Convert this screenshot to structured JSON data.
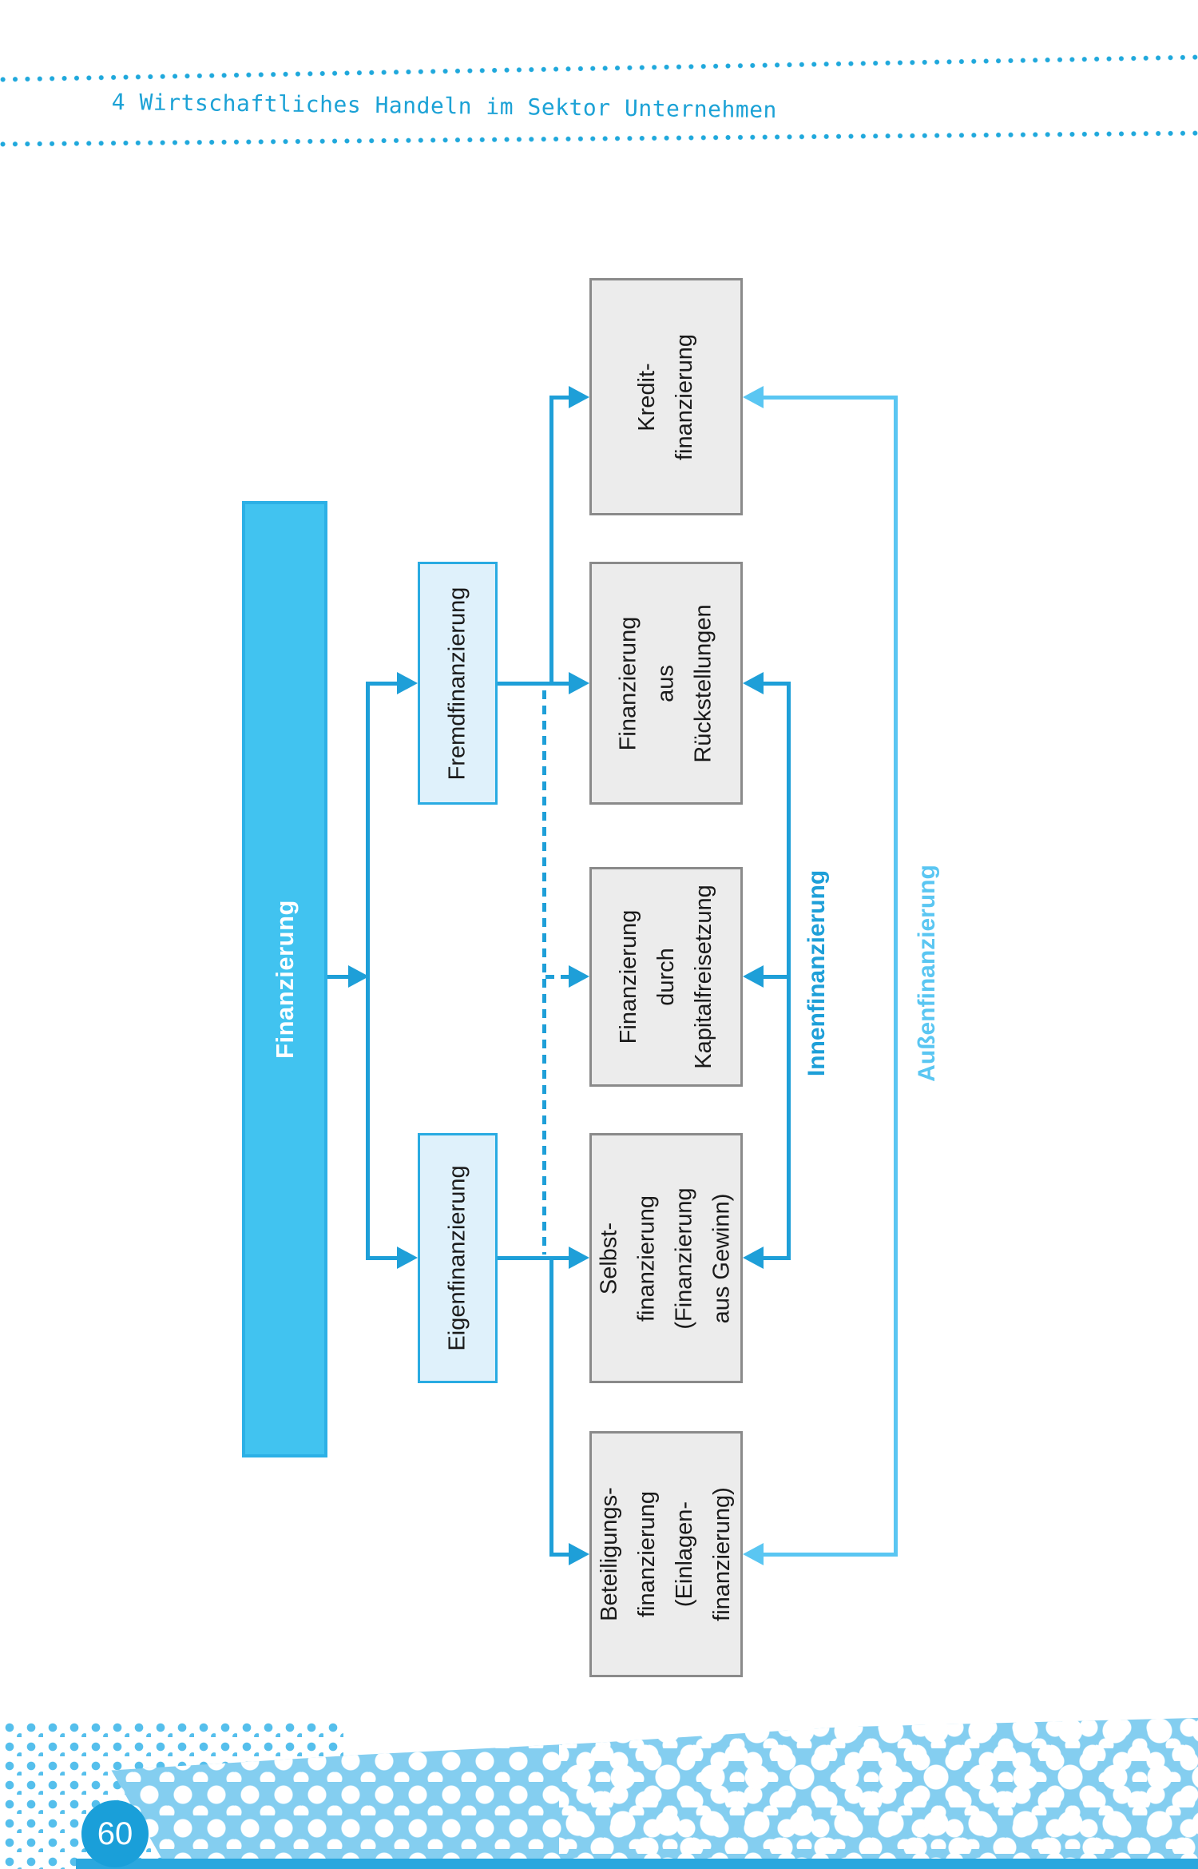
{
  "header": {
    "chapter_title": "4 Wirtschaftliches Handeln im Sektor Unternehmen"
  },
  "diagram": {
    "root": {
      "label": "Finanzierung"
    },
    "level1": [
      {
        "id": "fremd",
        "label": "Fremdfinanzierung"
      },
      {
        "id": "eigen",
        "label": "Eigenfinanzierung"
      }
    ],
    "leaves": [
      {
        "id": "kredit",
        "label": "Kredit-\nfinanzierung"
      },
      {
        "id": "rueckstellungen",
        "label": "Finanzierung\naus\nRückstellungen"
      },
      {
        "id": "kapitalfreisetzung",
        "label": "Finanzierung\ndurch\nKapitalfreisetzung"
      },
      {
        "id": "selbst",
        "label": "Selbst-\nfinanzierung\n(Finanzierung\naus Gewinn)"
      },
      {
        "id": "beteiligung",
        "label": "Beteiligungs-\nfinanzierung\n(Einlagen-\nfinanzierung)"
      }
    ],
    "side_labels": [
      {
        "id": "innenfinanzierung",
        "label": "Innenfinanzierung"
      },
      {
        "id": "aussenfinanzierung",
        "label": "Außenfinanzierung"
      }
    ]
  },
  "footer": {
    "page_number": "60"
  },
  "colors": {
    "dot": "#1FA8DC",
    "title": "#1CA2D6",
    "line": "#1E9FD8",
    "light": "#5AC6F2",
    "rootfill": "#41C3F0",
    "rootborder": "#2CB0E6",
    "panelfill": "#DFF1FB",
    "panelborder": "#29ABE2",
    "grayfill": "#ECECEC",
    "grayborder": "#8A8A8A",
    "band": "#84CEF0",
    "speck": "#55BFEC",
    "badge": "#1A9FD9",
    "strip": "#2AA7DE"
  }
}
